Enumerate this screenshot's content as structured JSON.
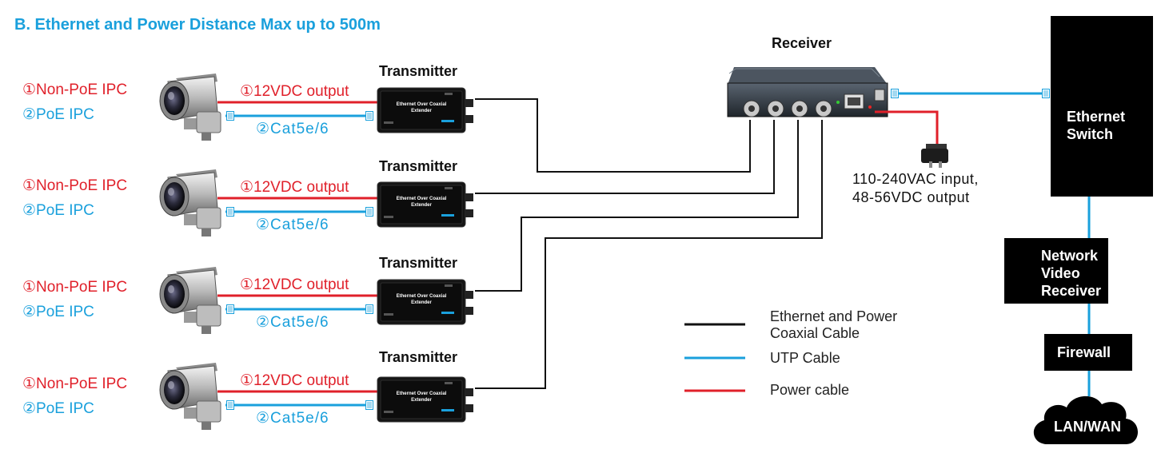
{
  "title": "B. Ethernet and Power Distance Max up to 500m",
  "cameras": [
    {
      "label1": "①Non-PoE IPC",
      "label2": "②PoE IPC",
      "out_power": "①12VDC output",
      "out_cat": "②Cat5e/6",
      "transmitter": "Transmitter"
    },
    {
      "label1": "①Non-PoE IPC",
      "label2": "②PoE IPC",
      "out_power": "①12VDC output",
      "out_cat": "②Cat5e/6",
      "transmitter": "Transmitter"
    },
    {
      "label1": "①Non-PoE IPC",
      "label2": "②PoE IPC",
      "out_power": "①12VDC output",
      "out_cat": "②Cat5e/6",
      "transmitter": "Transmitter"
    },
    {
      "label1": "①Non-PoE IPC",
      "label2": "②PoE IPC",
      "out_power": "①12VDC output",
      "out_cat": "②Cat5e/6",
      "transmitter": "Transmitter"
    }
  ],
  "transmitter_device_text": {
    "line1": "Ethernet Over Coaxial",
    "line2": "Extender"
  },
  "receiver": {
    "title": "Receiver"
  },
  "power_adapter": {
    "line1": "110-240VAC input,",
    "line2": "48-56VDC output"
  },
  "network": {
    "switch_line1": "Ethernet",
    "switch_line2": "Switch",
    "nvr_line1": "Network",
    "nvr_line2": "Video",
    "nvr_line3": "Receiver",
    "firewall": "Firewall",
    "cloud": "LAN/WAN"
  },
  "legend": {
    "coax_line1": "Ethernet and Power",
    "coax_line2": "Coaxial Cable",
    "utp": "UTP Cable",
    "power": "Power cable"
  },
  "colors": {
    "blue": "#1aa0dc",
    "red": "#e0202a",
    "black": "#111111"
  }
}
